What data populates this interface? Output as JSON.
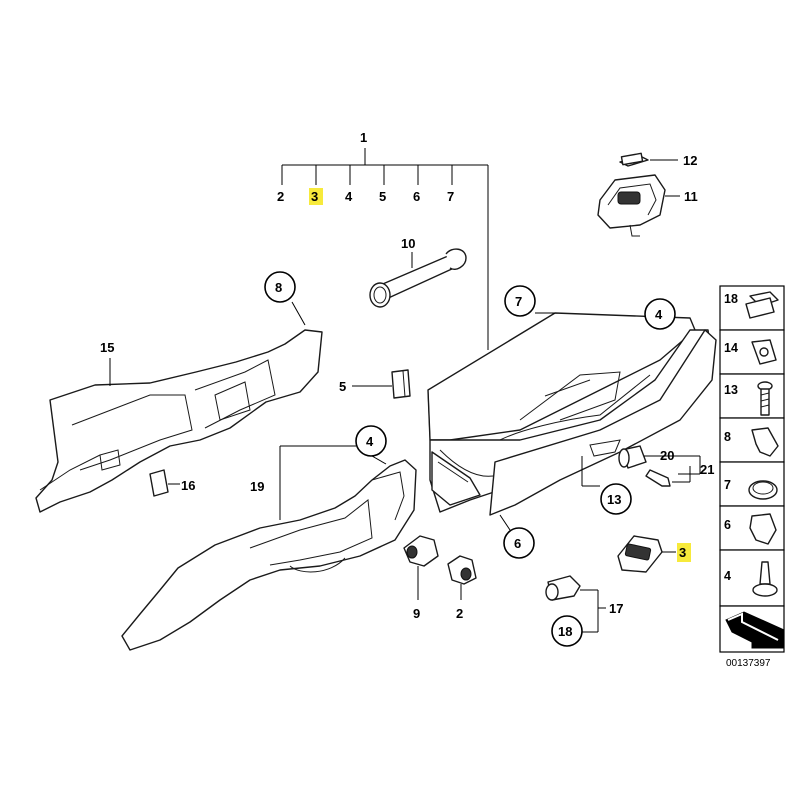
{
  "diagram": {
    "callout_labels": {
      "l1": "1",
      "l2": "2",
      "l3": "3",
      "l4": "4",
      "l5": "5",
      "l6": "6",
      "l7": "7",
      "l5b": "5",
      "l10": "10",
      "l11": "11",
      "l12": "12",
      "c8": "8",
      "c7": "7",
      "c4a": "4",
      "c4b": "4",
      "c6": "6",
      "c13": "13",
      "c18": "18",
      "l15": "15",
      "l16": "16",
      "l19": "19",
      "l9": "9",
      "l2b": "2",
      "l20": "20",
      "l21": "21",
      "l17": "17",
      "l3b": "3"
    },
    "highlight_color": "#f7ea3b"
  },
  "sidebar": {
    "items": [
      "18",
      "14",
      "13",
      "8",
      "7",
      "6",
      "4"
    ]
  },
  "reference_code": "00137397"
}
